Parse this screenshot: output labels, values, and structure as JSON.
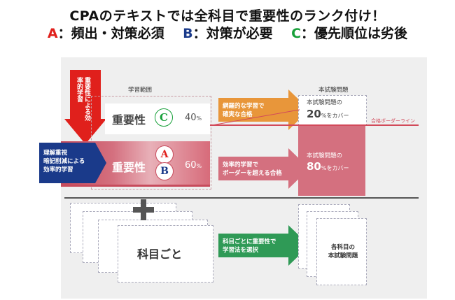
{
  "header": {
    "line1": "CPAのテキストでは全科目で重要性のランク付け！",
    "a_letter": "A",
    "a_text": "：頻出・対策必須",
    "b_letter": "B",
    "b_text": "：対策が必要",
    "c_letter": "C",
    "c_text": "：優先順位は劣後"
  },
  "diagram": {
    "scope_label": "学習範囲",
    "exam_label": "本試験問題",
    "red_down_label": "重要性による効率的学習",
    "navy_label": "理解重視\n暗記削減による\n効率的学習",
    "low_title": "重要性",
    "low_rank": "C",
    "low_pct": "40",
    "pct_unit": "%",
    "high_title": "重要性",
    "high_rank_a": "A",
    "high_rank_b": "B",
    "high_pct": "60",
    "orange_arrow": "網羅的な学習で\n確実な合格",
    "pink_arrow": "効率的学習で\nボーダーを超える合格",
    "green_arrow": "科目ごとに重要性で\n学習法を選択",
    "exam_top": "本試験問題の",
    "exam_top_pct": "20",
    "exam_top_suffix": "%をカバー",
    "exam_mid": "本試験問題の",
    "exam_mid_pct": "80",
    "exam_mid_suffix": "%をカバー",
    "border_line": "合格ボーダーライン",
    "subject_label": "科目ごと",
    "exam_bottom": "各科目の\n本試験問題",
    "plus": "+"
  },
  "colors": {
    "red": "#e0201c",
    "navy": "#1a3a8a",
    "green": "#18a03a",
    "orange": "#e8963a",
    "pink": "#d4707f",
    "arrow_green": "#2f9a56"
  }
}
